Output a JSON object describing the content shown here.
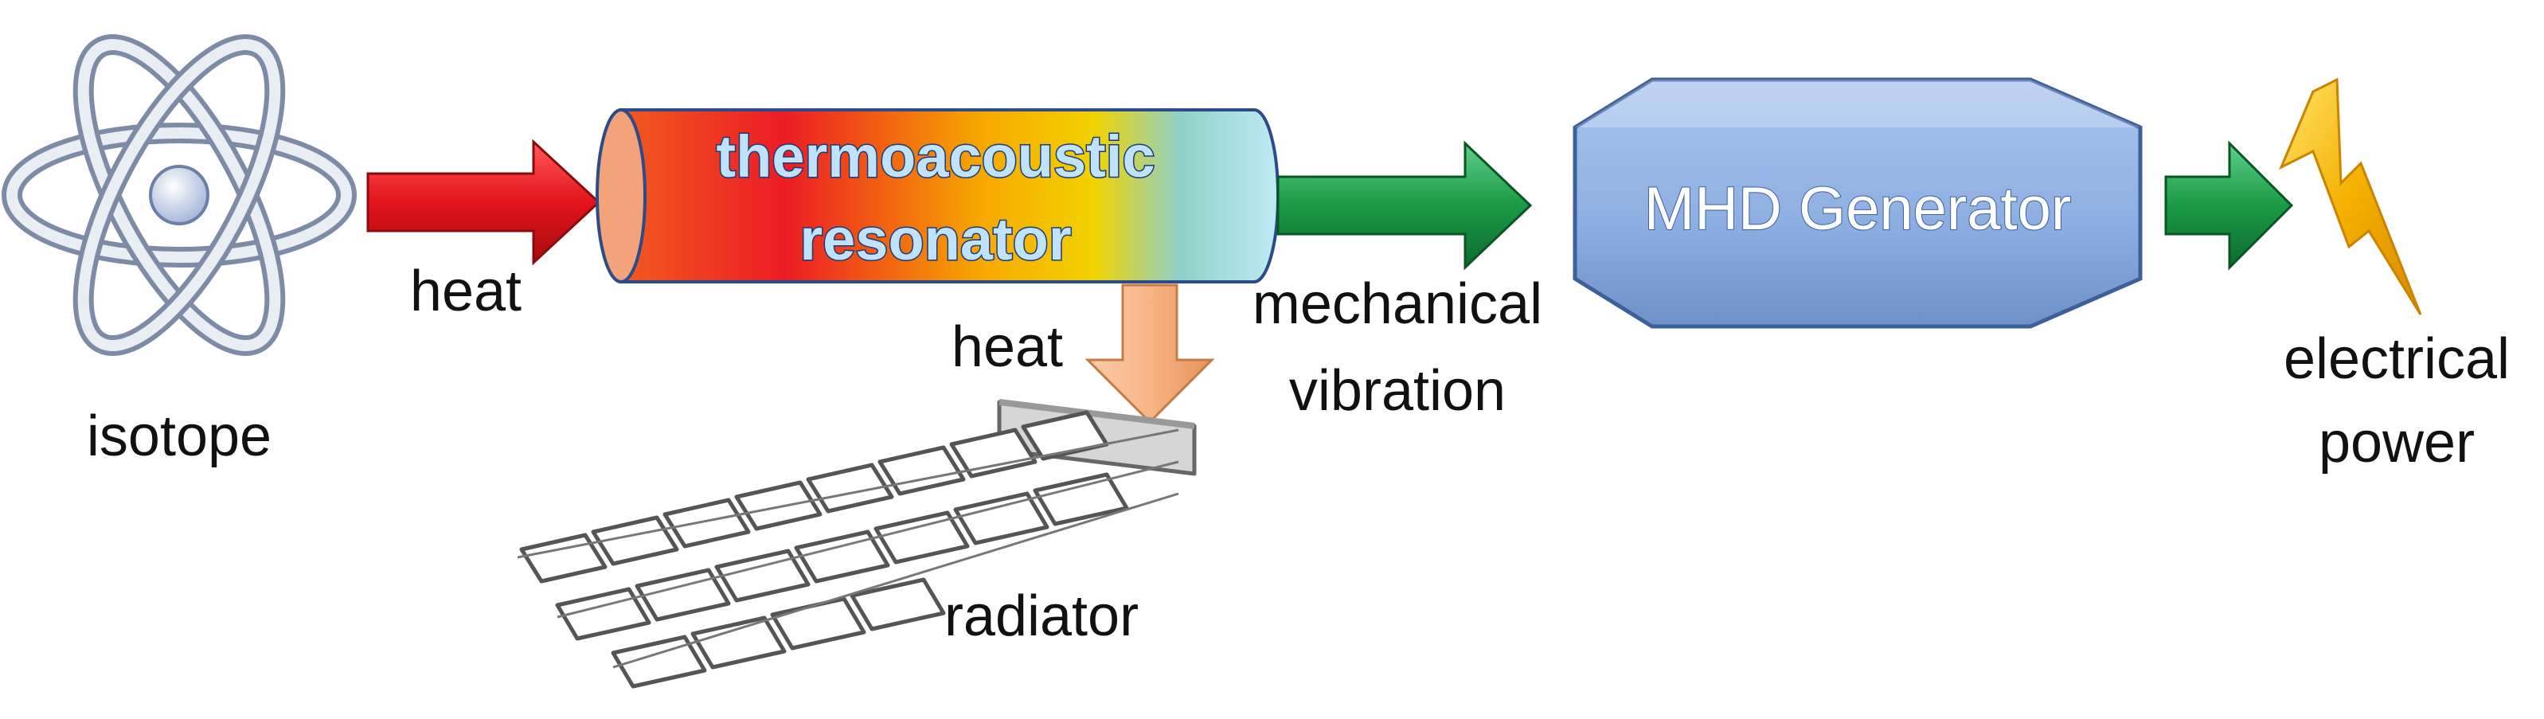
{
  "labels": {
    "isotope": "isotope",
    "heat_in": "heat",
    "resonator_line1": "thermoacoustic",
    "resonator_line2": "resonator",
    "heat_out": "heat",
    "radiator": "radiator",
    "mech_line1": "mechanical",
    "mech_line2": "vibration",
    "generator": "MHD Generator",
    "power_line1": "electrical",
    "power_line2": "power"
  },
  "icons": {
    "isotope": "atom-icon",
    "radiator": "radiator-panels-icon",
    "power": "lightning-bolt-icon"
  },
  "colors": {
    "heat_arrow": "#e3141b",
    "mech_arrow": "#1a9a45",
    "radiator_arrow": "#f7b485",
    "generator": "#8fb0e2",
    "bolt": "#f5b000"
  }
}
